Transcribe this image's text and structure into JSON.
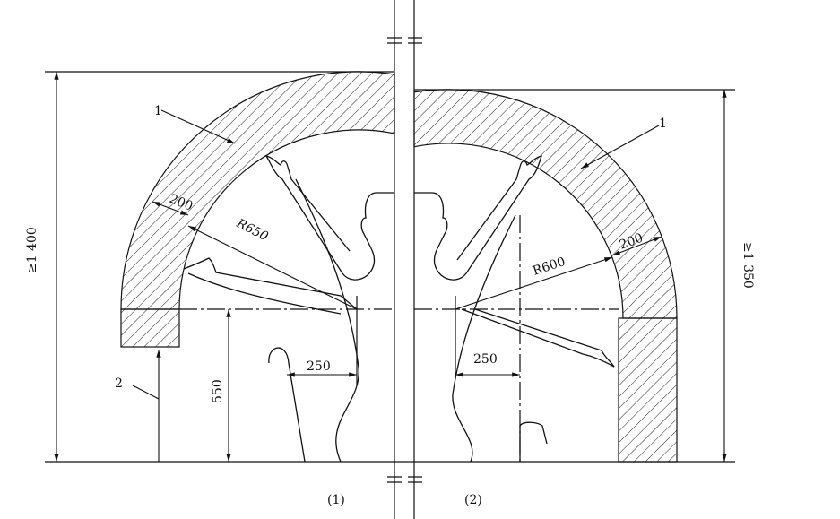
{
  "labels": {
    "part1_left": "1",
    "part1_right": "1",
    "part2": "2",
    "thickness_left": "200",
    "thickness_right": "200",
    "radius_left": "R650",
    "radius_right": "R600",
    "height_left": "≥1 400",
    "height_right": "≥1 350",
    "seat_height": "550",
    "offset_left": "250",
    "offset_right": "250",
    "view_left": "(1)",
    "view_right": "(2)"
  },
  "colors": {
    "line": "#111111",
    "background": "#ffffff"
  }
}
